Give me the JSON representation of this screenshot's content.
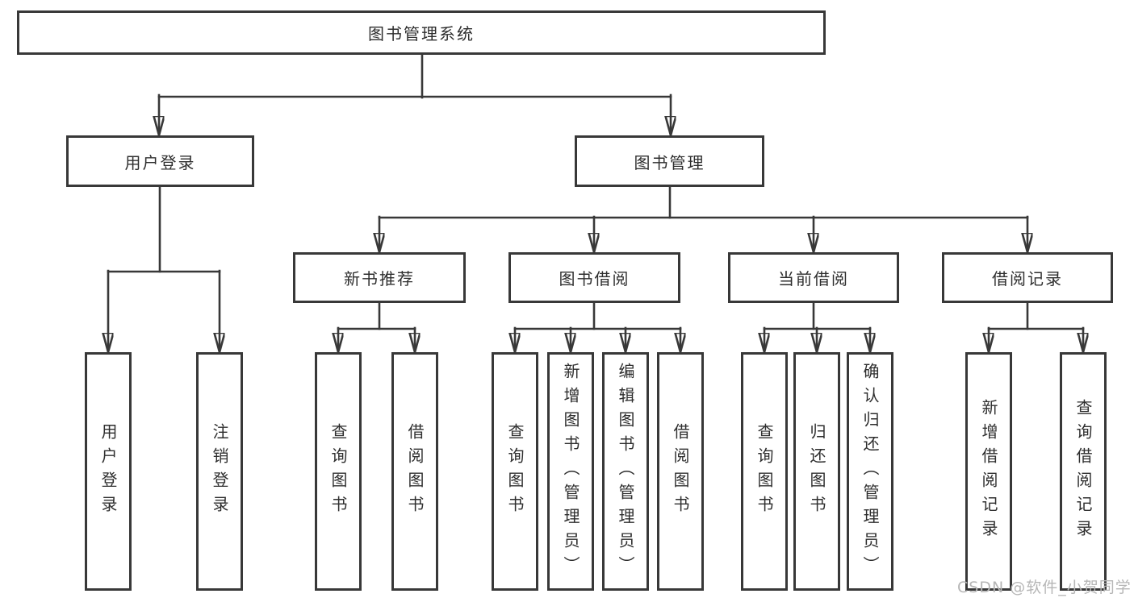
{
  "tree": {
    "root": "图书管理系统",
    "user_login": {
      "label": "用户登录",
      "children": [
        "用户登录",
        "注销登录"
      ]
    },
    "book_management": {
      "label": "图书管理",
      "children": {
        "new_book_recommend": {
          "label": "新书推荐",
          "children": [
            "查询图书",
            "借阅图书"
          ]
        },
        "book_borrow": {
          "label": "图书借阅",
          "children": [
            "查询图书",
            "新增图书（管理员）",
            "编辑图书（管理员）",
            "借阅图书"
          ]
        },
        "current_borrow": {
          "label": "当前借阅",
          "children": [
            "查询图书",
            "归还图书",
            "确认归还（管理员）"
          ]
        },
        "borrow_record": {
          "label": "借阅记录",
          "children": [
            "新增借阅记录",
            "查询借阅记录"
          ]
        }
      }
    }
  },
  "watermark": "CSDN @软件_小贺同学",
  "colors": {
    "line": "#383838",
    "text": "#2e2e2e",
    "watermark": "#b6b6b6",
    "background": "#ffffff"
  }
}
